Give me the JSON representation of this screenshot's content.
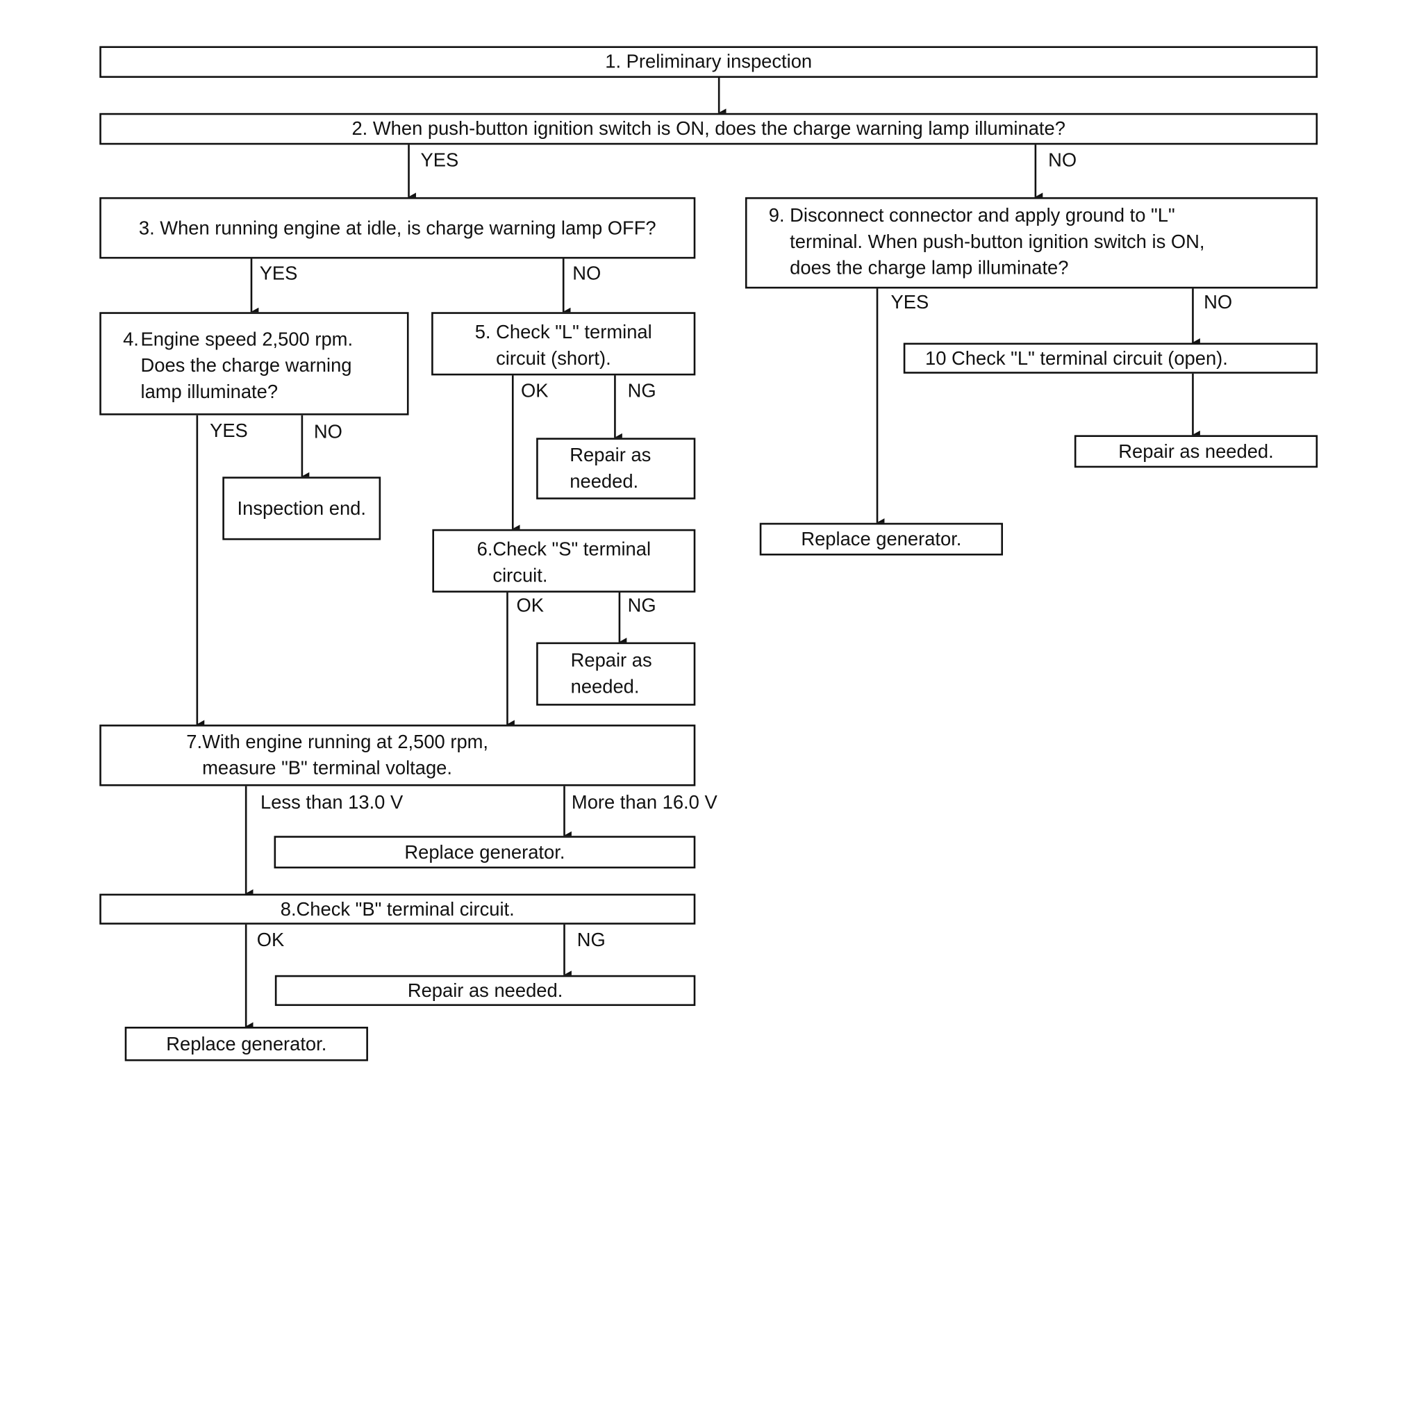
{
  "steps": {
    "s1": {
      "num": "1.",
      "text": "Preliminary inspection"
    },
    "s2": {
      "num": "2.",
      "text": "When push-button ignition switch is ON, does the charge warning lamp illuminate?"
    },
    "s3": {
      "num": "3.",
      "text": "When running engine at idle, is charge warning lamp OFF?"
    },
    "s4": {
      "num": "4.",
      "text": "Engine speed 2,500 rpm.\nDoes the charge warning\nlamp illuminate?"
    },
    "s5": {
      "num": "5.",
      "text": "Check \"L\" terminal\ncircuit (short)."
    },
    "s6": {
      "num": "6.",
      "text": "Check \"S\" terminal\ncircuit."
    },
    "s7": {
      "num": "7.",
      "text": "With engine running at 2,500 rpm,\nmeasure \"B\" terminal voltage."
    },
    "s8": {
      "num": "8.",
      "text": "Check \"B\" terminal circuit."
    },
    "s9": {
      "num": "9.",
      "text": "Disconnect connector and apply ground to \"L\"\nterminal. When push-button ignition switch is ON,\ndoes the charge lamp illuminate?"
    },
    "s10": {
      "num": "10",
      "text": "Check \"L\" terminal circuit (open)."
    }
  },
  "results": {
    "inspection_end": "Inspection end.",
    "repair_5": "Repair as\nneeded.",
    "repair_6": "Repair as\nneeded.",
    "replace_7": "Replace generator.",
    "repair_8": "Repair as needed.",
    "replace_8": "Replace generator.",
    "replace_9": "Replace generator.",
    "repair_10": "Repair as needed."
  },
  "branches": {
    "s2_yes": "YES",
    "s2_no": "NO",
    "s3_yes": "YES",
    "s3_no": "NO",
    "s4_yes": "YES",
    "s4_no": "NO",
    "s5_ok": "OK",
    "s5_ng": "NG",
    "s6_ok": "OK",
    "s6_ng": "NG",
    "s7_low": "Less than 13.0 V",
    "s7_high": "More than 16.0 V",
    "s8_ok": "OK",
    "s8_ng": "NG",
    "s9_yes": "YES",
    "s9_no": "NO"
  }
}
